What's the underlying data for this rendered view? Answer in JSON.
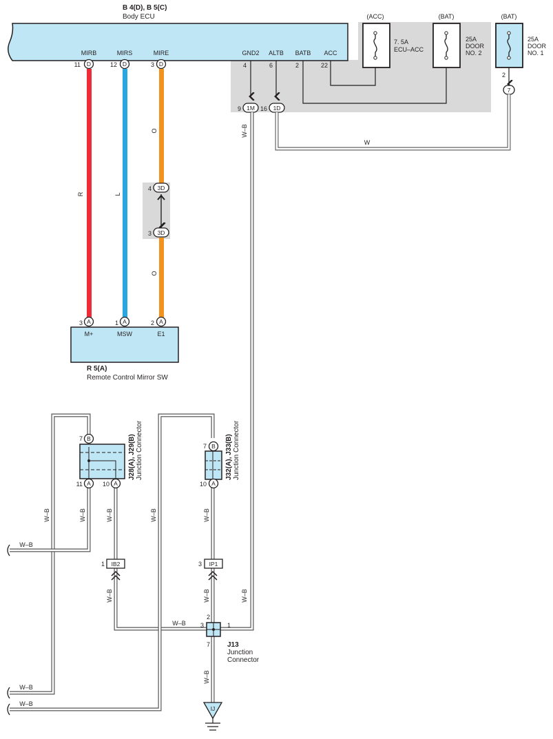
{
  "colors": {
    "ecu_fill": "#bfe6f5",
    "grey_zone": "#d9d9d9",
    "wire_red": "#ee2b36",
    "wire_blue": "#2aa6e0",
    "wire_orange": "#f2921f",
    "wire_wb_outer": "#555555",
    "wire_wb_inner": "#ffffff",
    "ink": "#231f20"
  },
  "ecu": {
    "code": "B 4(D), B 5(C)",
    "name": "Body ECU",
    "terminals": [
      {
        "label": "MIRB",
        "pin": "11",
        "conn": "D"
      },
      {
        "label": "MIRS",
        "pin": "12",
        "conn": "D"
      },
      {
        "label": "MIRE",
        "pin": "3",
        "conn": "D"
      },
      {
        "label": "GND2",
        "pin": "4"
      },
      {
        "label": "ALTB",
        "pin": "6"
      },
      {
        "label": "BATB",
        "pin": "2"
      },
      {
        "label": "ACC",
        "pin": "22"
      }
    ]
  },
  "fuses": [
    {
      "source": "(ACC)",
      "line1": "7. 5A",
      "line2": "ECU–ACC",
      "line3": ""
    },
    {
      "source": "(BAT)",
      "line1": "25A",
      "line2": "DOOR",
      "line3": "NO. 2"
    },
    {
      "source": "(BAT)",
      "line1": "25A",
      "line2": "DOOR",
      "line3": "NO. 1"
    }
  ],
  "fuse3_pin": "2",
  "fuse3_conn": "7",
  "connectors_1": [
    {
      "pin": "9",
      "code": "1M"
    },
    {
      "pin": "16",
      "code": "1D"
    }
  ],
  "inline_conn": [
    {
      "pin": "4",
      "code": "3D"
    },
    {
      "pin": "3",
      "code": "3D"
    }
  ],
  "wire_labels": {
    "r": "R",
    "l": "L",
    "o": "O",
    "w": "W",
    "wb": "W–B"
  },
  "switch": {
    "code": "R 5(A)",
    "name": "Remote Control Mirror SW",
    "terminals": [
      {
        "pin": "3",
        "conn": "A",
        "label": "M+"
      },
      {
        "pin": "1",
        "conn": "A",
        "label": "MSW"
      },
      {
        "pin": "2",
        "conn": "A",
        "label": "E1"
      }
    ]
  },
  "jc1": {
    "code": "J28(A), J29(B)",
    "name": "Junction Connector",
    "top_pin": "7",
    "top_conn": "B",
    "bottom": [
      {
        "pin": "11",
        "conn": "A"
      },
      {
        "pin": "10",
        "conn": "A"
      }
    ]
  },
  "jc2": {
    "code": "J32(A), J33(B)",
    "name": "Junction Connector",
    "top_pin": "7",
    "top_conn": "B",
    "bottom_pin": "10",
    "bottom_conn": "A"
  },
  "ib2": {
    "pin": "1",
    "code": "IB2"
  },
  "ip1": {
    "pin": "3",
    "code": "IP1"
  },
  "j13": {
    "code": "J13",
    "name1": "Junction",
    "name2": "Connector",
    "pins": {
      "top": "2",
      "left": "3",
      "right": "1",
      "bottom": "7"
    }
  },
  "ground": {
    "code": "IJ"
  }
}
